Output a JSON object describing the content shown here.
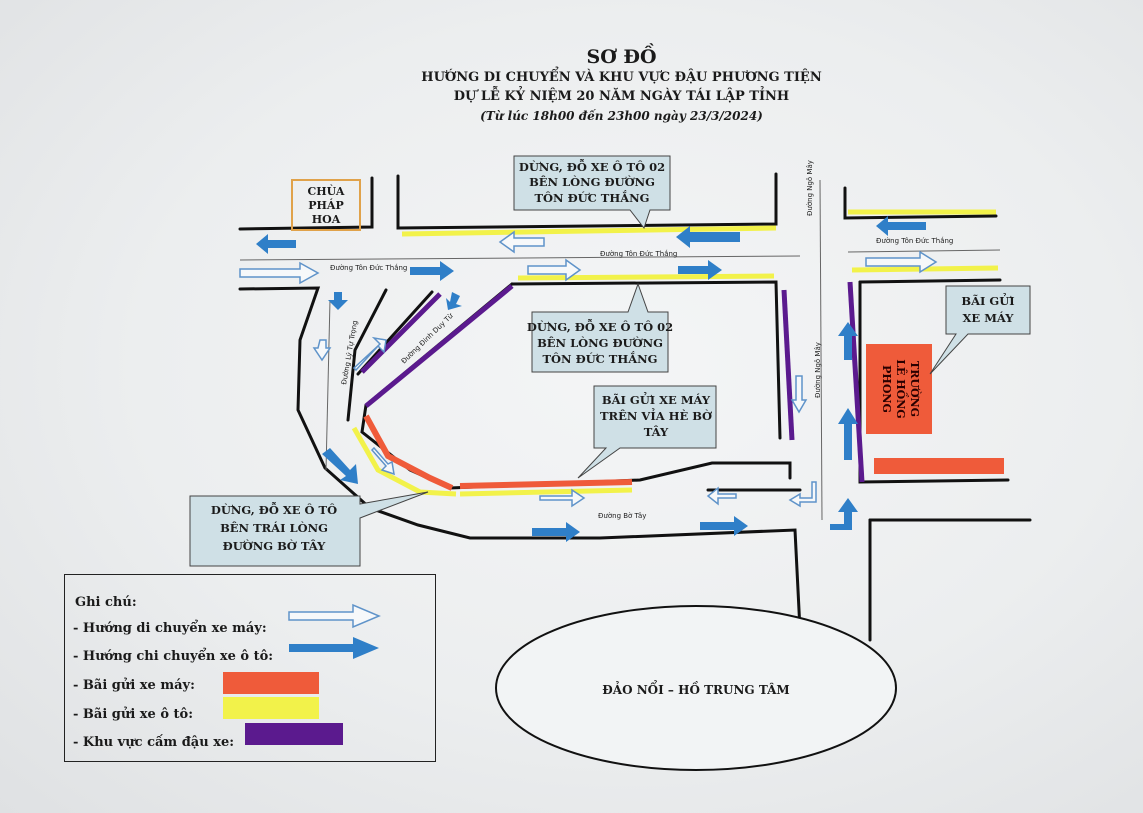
{
  "title": {
    "main": "SƠ ĐỒ",
    "line2": "HƯỚNG DI CHUYỂN VÀ KHU VỰC ĐẬU PHƯƠNG TIỆN",
    "line3": "DỰ LỄ KỶ NIỆM 20 NĂM NGÀY TÁI LẬP TỈNH",
    "line4": "(Từ lúc 18h00 đến 23h00 ngày 23/3/2024)"
  },
  "places": {
    "pagoda": [
      "CHÙA",
      "PHÁP",
      "HOA"
    ],
    "school": [
      "TRƯỜNG",
      "LÊ HỒNG",
      "PHONG"
    ],
    "island": "ĐẢO NỔI – HỒ TRUNG TÂM"
  },
  "roads": {
    "ton_duc_thang_left": "Đường Tôn Đức Thắng",
    "ton_duc_thang_mid": "Đường Tôn Đức Thắng",
    "ton_duc_thang_right": "Đường Tôn Đức Thắng",
    "ly_tu_trong": "Đường Lý Tự Trọng",
    "dinh_duy_tu": "Đường Đinh Duy Từ",
    "ngo_may_top": "Đường Ngô Mây",
    "ngo_may_mid": "Đường Ngô Mây",
    "bo_tay": "Đường Bờ Tây"
  },
  "callouts": {
    "top": [
      "DỪNG, ĐỖ XE Ô TÔ 02",
      "BÊN LÒNG ĐƯỜNG",
      "TÔN ĐỨC THẮNG"
    ],
    "middle": [
      "DỪNG, ĐỖ XE Ô TÔ 02",
      "BÊN LÒNG ĐƯỜNG",
      "TÔN ĐỨC THẮNG"
    ],
    "motor_parking": [
      "BÃI GỬI XE MÁY",
      "TRÊN VỈA HÈ BỜ",
      "TÂY"
    ],
    "left": [
      "DỪNG, ĐỖ XE Ô TÔ",
      "BÊN TRÁI LÒNG",
      "ĐƯỜNG BỜ TÂY"
    ],
    "right": [
      "BÃI GỬI",
      "XE MÁY"
    ]
  },
  "legend": {
    "title": "Ghi chú:",
    "items": [
      {
        "label": "- Hướng di chuyển xe máy:",
        "kind": "outline-arrow"
      },
      {
        "label": "- Hướng chi chuyển xe ô tô:",
        "kind": "solid-arrow"
      },
      {
        "label": "- Bãi gửi xe máy:",
        "kind": "swatch",
        "color": "#ef5b3a"
      },
      {
        "label": "- Bãi gửi xe ô tô:",
        "kind": "swatch",
        "color": "#f2f24a"
      },
      {
        "label": "- Khu vực cấm đậu xe:",
        "kind": "swatch",
        "color": "#5b1a8e"
      }
    ]
  },
  "colors": {
    "motor_parking": "#ef5b3a",
    "car_parking": "#f2f24a",
    "no_parking": "#5b1a8e",
    "car_arrow": "#2f7fc8",
    "motor_arrow_outline": "#5f93c9",
    "callout_fill": "#cfe0e6"
  }
}
